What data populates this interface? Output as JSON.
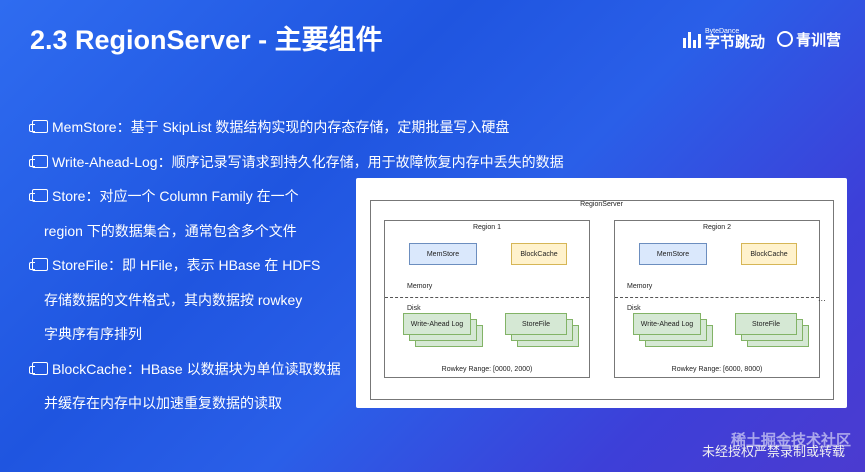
{
  "title": "2.3 RegionServer - 主要组件",
  "brand": {
    "bytedance_small": "ByteDance",
    "bytedance_big": "字节跳动",
    "qingxunying": "青训营"
  },
  "bullets": [
    {
      "lines": [
        "MemStore：基于 SkipList 数据结构实现的内存态存储，定期批量写入硬盘"
      ]
    },
    {
      "lines": [
        "Write-Ahead-Log：顺序记录写请求到持久化存储，用于故障恢复内存中丢失的数据"
      ]
    },
    {
      "lines": [
        "Store：对应一个 Column Family 在一个",
        "region 下的数据集合，通常包含多个文件"
      ]
    },
    {
      "lines": [
        "StoreFile：即 HFile，表示 HBase 在 HDFS",
        "存储数据的文件格式，其内数据按 rowkey",
        "字典序有序排列"
      ]
    },
    {
      "lines": [
        "BlockCache：HBase 以数据块为单位读取数据",
        "并缓存在内存中以加速重复数据的读取"
      ]
    }
  ],
  "diagram": {
    "title": "RegionServer",
    "regions": [
      {
        "name": "Region 1",
        "memstore": "MemStore",
        "blockcache": "BlockCache",
        "memory": "Memory",
        "disk": "Disk",
        "wal": "Write-Ahead Log",
        "storefile": "StoreFile",
        "rowkey": "Rowkey Range: [0000, 2000)"
      },
      {
        "name": "Region 2",
        "memstore": "MemStore",
        "blockcache": "BlockCache",
        "memory": "Memory",
        "disk": "Disk",
        "wal": "Write-Ahead Log",
        "storefile": "StoreFile",
        "rowkey": "Rowkey Range: [6000, 8000)"
      }
    ],
    "ellipsis": "..."
  },
  "footer": "未经授权严禁录制或转载",
  "juejin": "稀土掘金技术社区",
  "colors": {
    "background": "#2a5fe8",
    "memstore": "#dae8fc",
    "blockcache": "#fff2cc",
    "storage": "#d5e8d4"
  }
}
